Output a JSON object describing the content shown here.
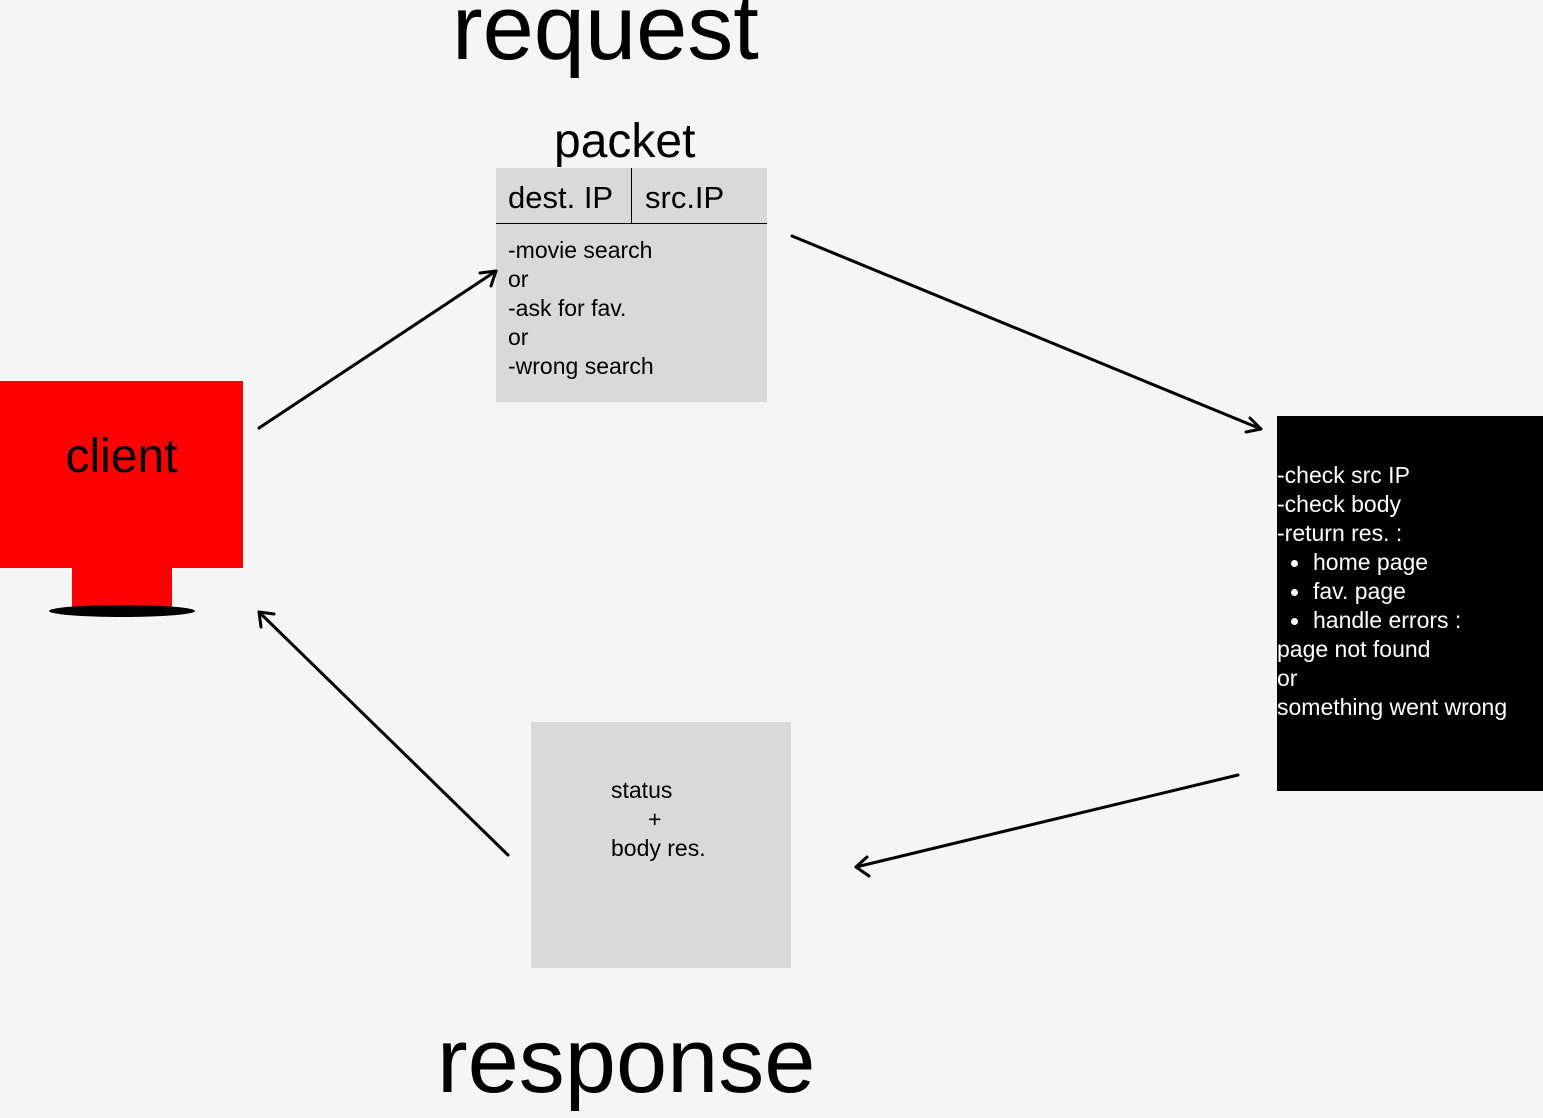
{
  "titles": {
    "request": "request",
    "response": "response"
  },
  "packet": {
    "label": "packet",
    "header": [
      "dest. IP",
      "src.IP"
    ],
    "body": [
      "-movie search",
      "or",
      "-ask for fav.",
      "or",
      "-wrong search"
    ]
  },
  "client": {
    "label": "client",
    "color": "#ff0000"
  },
  "server": {
    "lines": [
      "-check src IP",
      "-check body",
      "-return res. :"
    ],
    "bullets": [
      "home page",
      "fav. page",
      "handle errors :"
    ],
    "trailing": [
      "page not found",
      "or",
      "something went wrong"
    ]
  },
  "response_box": {
    "lines": [
      "status",
      "+",
      "body res."
    ]
  },
  "colors": {
    "background": "#f5f5f5",
    "box_gray": "#d9d9d9",
    "server_bg": "#000000",
    "client_red": "#ff0000"
  }
}
